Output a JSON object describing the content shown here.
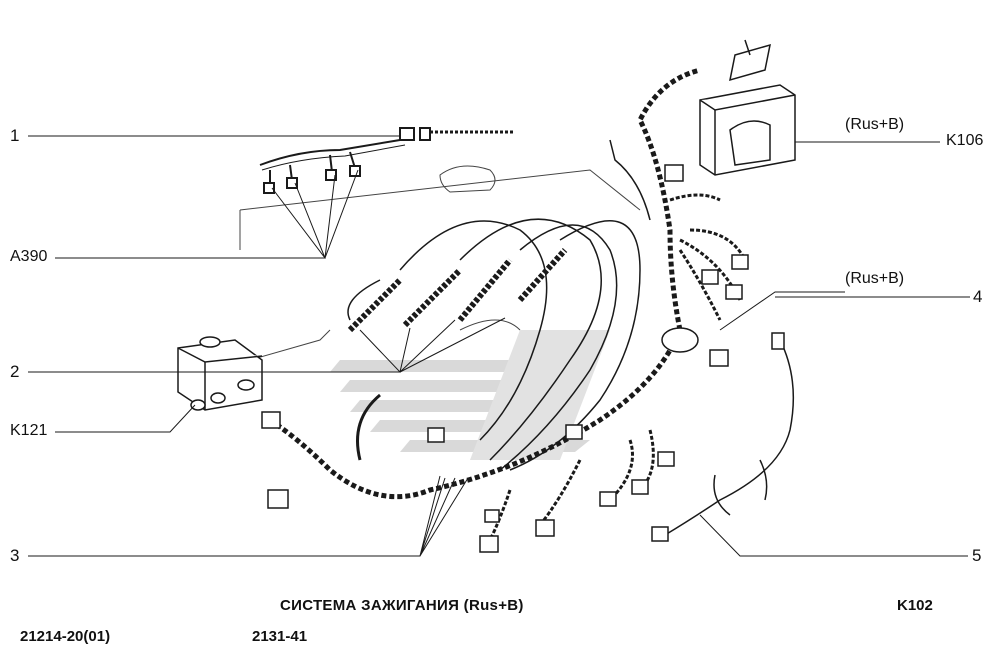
{
  "callouts": {
    "c1": "1",
    "a390": "A390",
    "c2": "2",
    "k121": "K121",
    "c3": "3",
    "rus_b_top": "(Rus+B)",
    "k106": "K106",
    "rus_b_mid": "(Rus+B)",
    "c4": "4",
    "c5": "5"
  },
  "footer": {
    "title": "СИСТЕМА ЗАЖИГАНИЯ (Rus+B)",
    "sheet": "K102",
    "model": "21214-20(01)",
    "catalog": "2131-41"
  },
  "colors": {
    "line": "#1a1a1a",
    "watermark": "#d6d6d6",
    "paper": "#ffffff"
  }
}
